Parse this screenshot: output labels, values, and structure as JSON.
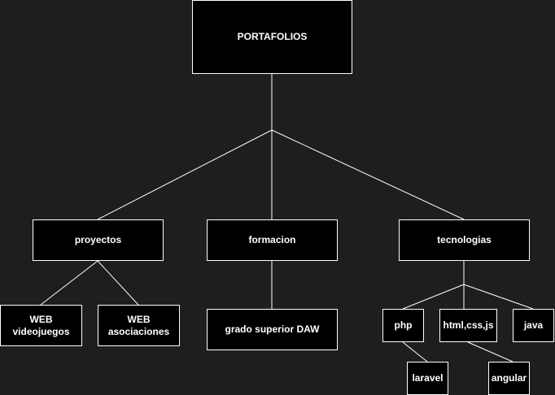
{
  "diagram": {
    "root": "PORTAFOLIOS",
    "proyectos": "proyectos",
    "formacion": "formacion",
    "tecnologias": "tecnologias",
    "web_videojuegos": "WEB\nvideojuegos",
    "web_asociaciones": "WEB\nasociaciones",
    "grado": "grado superior DAW",
    "php": "php",
    "html": "html,css,js",
    "java": "java",
    "laravel": "laravel",
    "angular": "angular"
  },
  "colors": {
    "background": "#1e1e1e",
    "node_fill": "#000000",
    "stroke": "#ffffff",
    "text": "#ffffff"
  }
}
